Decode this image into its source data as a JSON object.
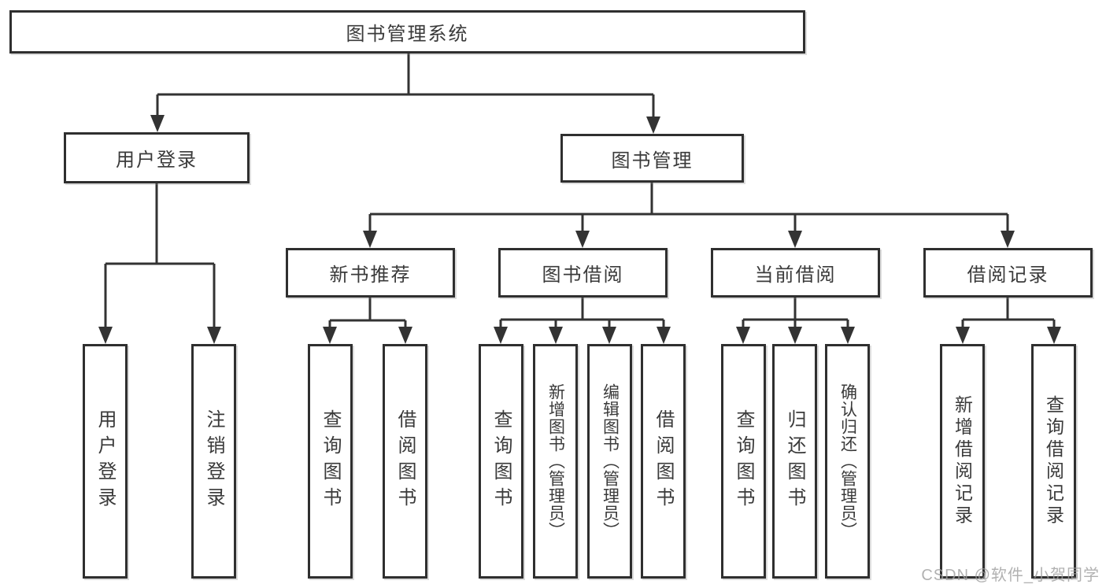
{
  "tree": {
    "label": "图书管理系统",
    "children": [
      {
        "label": "用户登录",
        "children": [
          {
            "label": "用户登录"
          },
          {
            "label": "注销登录"
          }
        ]
      },
      {
        "label": "图书管理",
        "children": [
          {
            "label": "新书推荐",
            "children": [
              {
                "label": "查询图书"
              },
              {
                "label": "借阅图书"
              }
            ]
          },
          {
            "label": "图书借阅",
            "children": [
              {
                "label": "查询图书"
              },
              {
                "label": "新增图书（管理员）"
              },
              {
                "label": "编辑图书（管理员）"
              },
              {
                "label": "借阅图书"
              }
            ]
          },
          {
            "label": "当前借阅",
            "children": [
              {
                "label": "查询图书"
              },
              {
                "label": "归还图书"
              },
              {
                "label": "确认归还（管理员）"
              }
            ]
          },
          {
            "label": "借阅记录",
            "children": [
              {
                "label": "新增借阅记录"
              },
              {
                "label": "查询借阅记录"
              }
            ]
          }
        ]
      }
    ]
  },
  "watermark": "CSDN @软件_小贺同学",
  "colors": {
    "line": "#333333",
    "text": "#3a3a3a",
    "box_border": "#2f2f2f",
    "box_bg": "#ffffff",
    "watermark": "#9e9e9e"
  }
}
